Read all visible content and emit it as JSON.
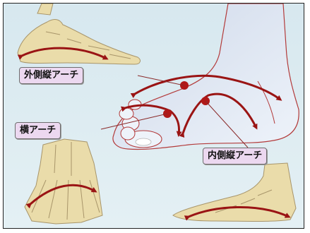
{
  "labels": {
    "lateral_arch": "外側縦アーチ",
    "transverse_arch": "横アーチ",
    "medial_arch": "内側縦アーチ"
  },
  "colors": {
    "background": "#d7e8ef",
    "foot_skin": "#e6edf7",
    "foot_outline": "#b33a3a",
    "bone": "#eadcaa",
    "bone_outline": "#a8956a",
    "arch_arrow": "#9a1414",
    "label_bg": "#ecd8f0"
  }
}
